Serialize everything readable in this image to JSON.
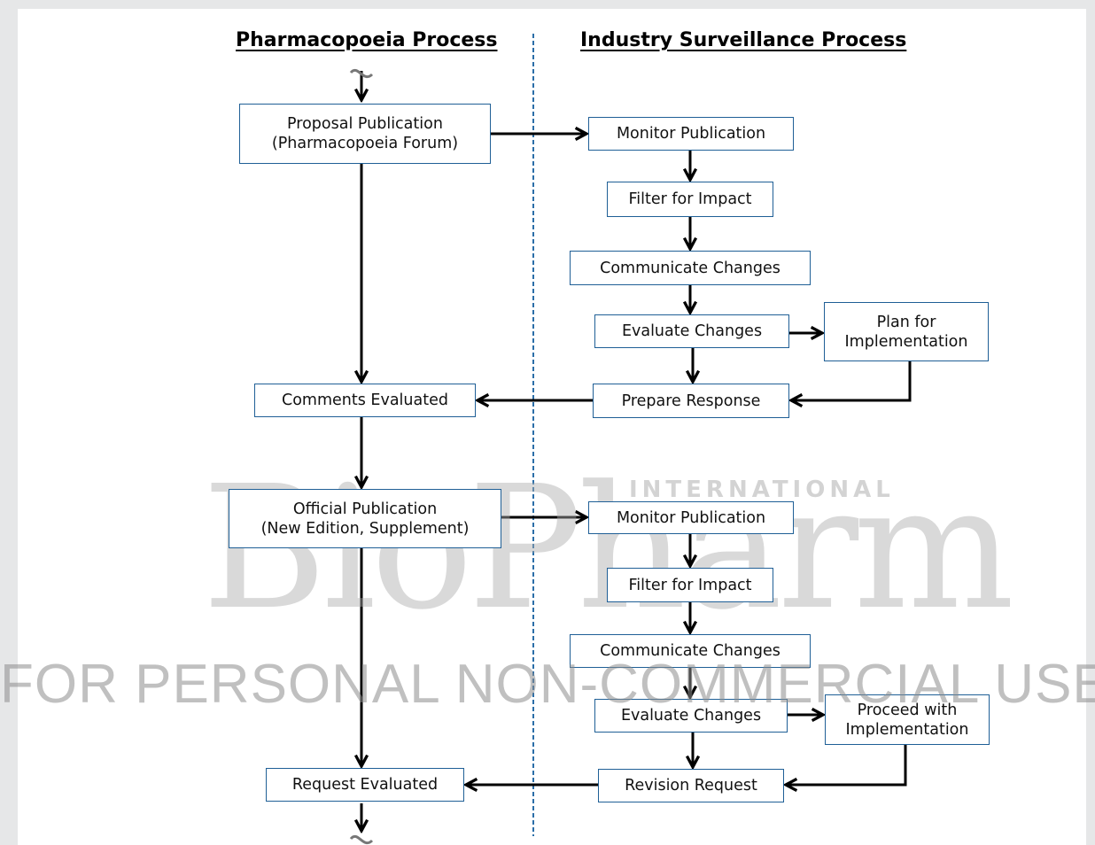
{
  "headings": {
    "left": "Pharmacopoeia Process",
    "right": "Industry Surveillance Process"
  },
  "nodes": {
    "proposal": [
      "Proposal Publication",
      "(Pharmacopoeia Forum)"
    ],
    "monitor1": [
      "Monitor Publication"
    ],
    "filter1": [
      "Filter for Impact"
    ],
    "communicate1": [
      "Communicate Changes"
    ],
    "evaluate1": [
      "Evaluate Changes"
    ],
    "plan": [
      "Plan for",
      "Implementation"
    ],
    "prepare": [
      "Prepare Response"
    ],
    "comments": [
      "Comments Evaluated"
    ],
    "official": [
      "Official Publication",
      "(New Edition, Supplement)"
    ],
    "monitor2": [
      "Monitor Publication"
    ],
    "filter2": [
      "Filter for Impact"
    ],
    "communicate2": [
      "Communicate Changes"
    ],
    "evaluate2": [
      "Evaluate Changes"
    ],
    "proceed": [
      "Proceed with",
      "Implementation"
    ],
    "revision": [
      "Revision Request"
    ],
    "request": [
      "Request Evaluated"
    ]
  },
  "edges": [
    [
      "proposal",
      "monitor1"
    ],
    [
      "monitor1",
      "filter1"
    ],
    [
      "filter1",
      "communicate1"
    ],
    [
      "communicate1",
      "evaluate1"
    ],
    [
      "evaluate1",
      "plan"
    ],
    [
      "evaluate1",
      "prepare"
    ],
    [
      "plan",
      "prepare"
    ],
    [
      "proposal",
      "comments"
    ],
    [
      "prepare",
      "comments"
    ],
    [
      "comments",
      "official"
    ],
    [
      "official",
      "monitor2"
    ],
    [
      "monitor2",
      "filter2"
    ],
    [
      "filter2",
      "communicate2"
    ],
    [
      "communicate2",
      "evaluate2"
    ],
    [
      "evaluate2",
      "proceed"
    ],
    [
      "evaluate2",
      "revision"
    ],
    [
      "proceed",
      "revision"
    ],
    [
      "official",
      "request"
    ],
    [
      "revision",
      "request"
    ]
  ],
  "watermark": {
    "logo": "BioPharm",
    "logo_sub": "INTERNATIONAL",
    "notice": "FOR PERSONAL NON-COMMERCIAL USE"
  },
  "colors": {
    "box_border": "#1f5f96",
    "divider": "#2b6ea8",
    "arrow": "#000000",
    "background": "#e6e7e8"
  }
}
